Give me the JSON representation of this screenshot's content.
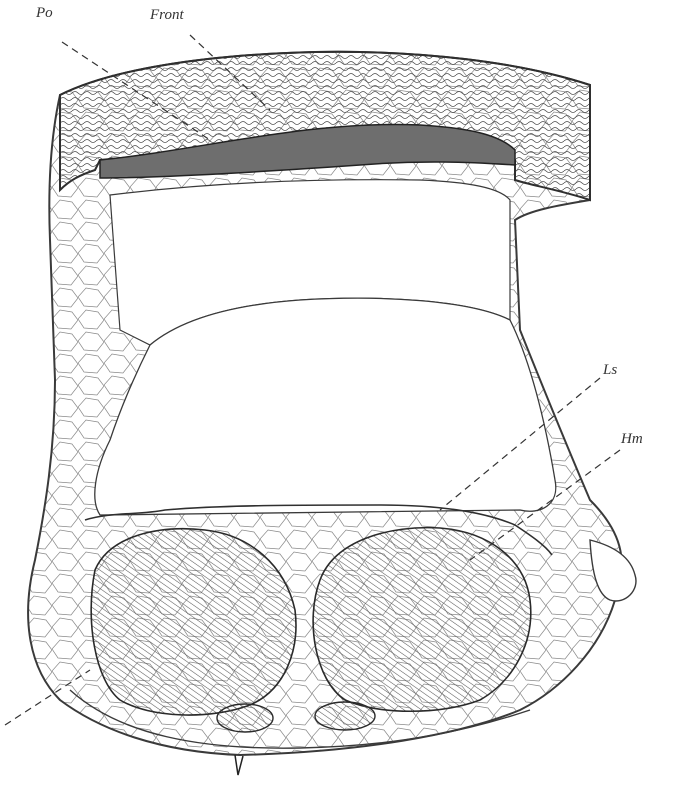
{
  "figure": {
    "labels": {
      "po": "Po",
      "front": "Front",
      "ls": "Ls",
      "hm": "Hm"
    },
    "colors": {
      "ink": "#333333",
      "paper": "#ffffff",
      "hatch": "#5a5a5a"
    }
  }
}
